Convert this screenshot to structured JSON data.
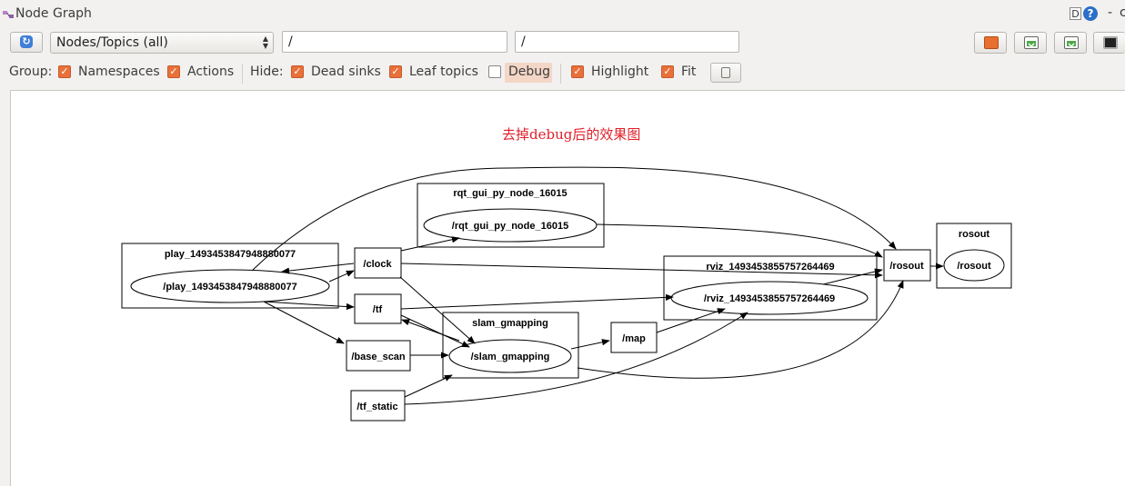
{
  "window": {
    "title": "Node Graph",
    "help_d": "D",
    "help_q": "?",
    "dash": "-",
    "close": "c"
  },
  "toolbar": {
    "refresh_icon": "refresh-icon",
    "select_value": "Nodes/Topics (all)",
    "filter1_value": "/",
    "filter2_value": "/",
    "buttons": [
      "open-icon",
      "save-dot-icon",
      "save-svg-icon",
      "screenshot-icon"
    ]
  },
  "options": {
    "group_label": "Group:",
    "namespaces": {
      "label": "Namespaces",
      "checked": true
    },
    "actions": {
      "label": "Actions",
      "checked": true
    },
    "hide_label": "Hide:",
    "dead_sinks": {
      "label": "Dead sinks",
      "checked": true
    },
    "leaf_topics": {
      "label": "Leaf topics",
      "checked": true
    },
    "debug": {
      "label": "Debug",
      "checked": false
    },
    "highlight": {
      "label": "Highlight",
      "checked": true
    },
    "fit": {
      "label": "Fit",
      "checked": true
    },
    "check_mark": "✓"
  },
  "canvas": {
    "caption": "去掉debug后的效果图"
  },
  "graph": {
    "groups": {
      "play": "play_1493453847948880077",
      "rqt": "rqt_gui_py_node_16015",
      "rviz": "rviz_1493453855757264469",
      "slam": "slam_gmapping",
      "rosout": "rosout"
    },
    "nodes": {
      "play": "/play_1493453847948880077",
      "rqt": "/rqt_gui_py_node_16015",
      "rviz": "/rviz_1493453855757264469",
      "slam": "/slam_gmapping",
      "rosout_node": "/rosout"
    },
    "topics": {
      "clock": "/clock",
      "tf": "/tf",
      "base_scan": "/base_scan",
      "tf_static": "/tf_static",
      "map": "/map",
      "rosout": "/rosout"
    }
  }
}
